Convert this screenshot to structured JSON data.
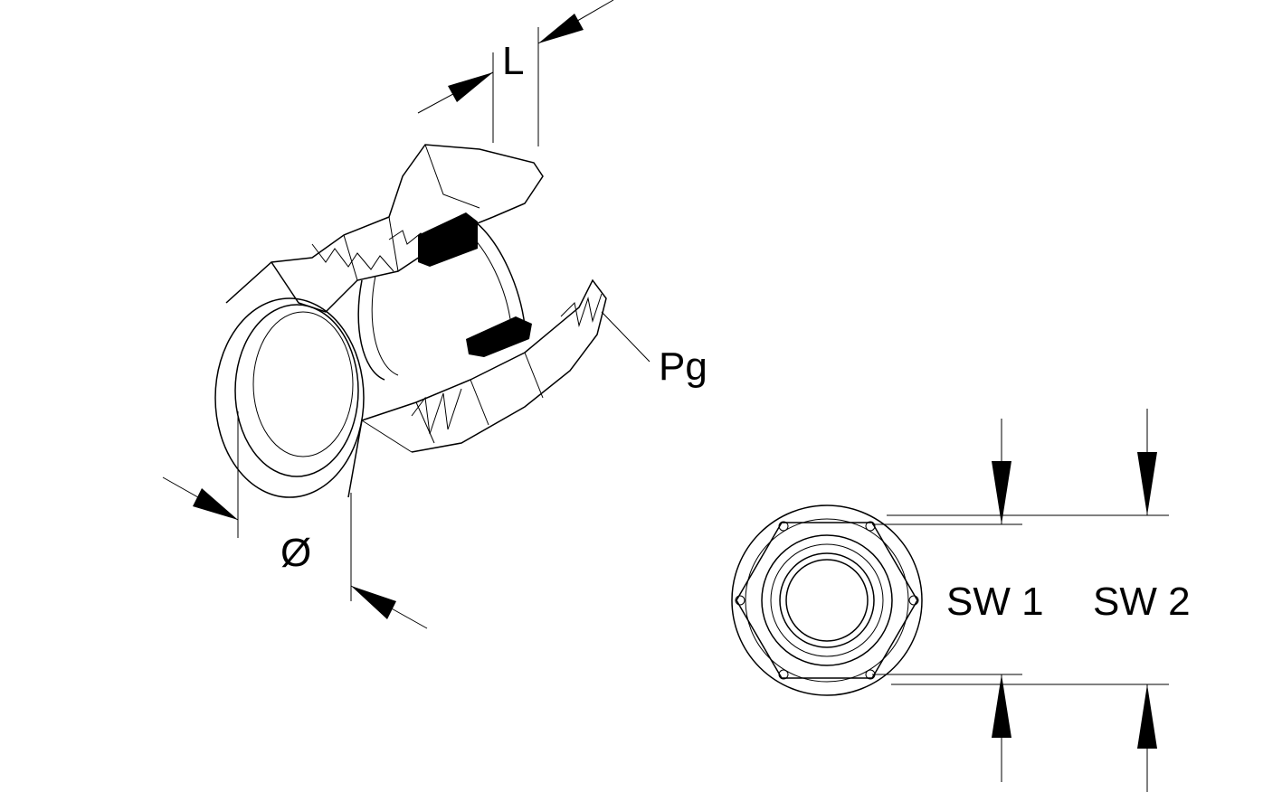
{
  "labels": {
    "length": "L",
    "thread": "Pg",
    "diameter": "Ø",
    "sw1": "SW 1",
    "sw2": "SW 2"
  }
}
